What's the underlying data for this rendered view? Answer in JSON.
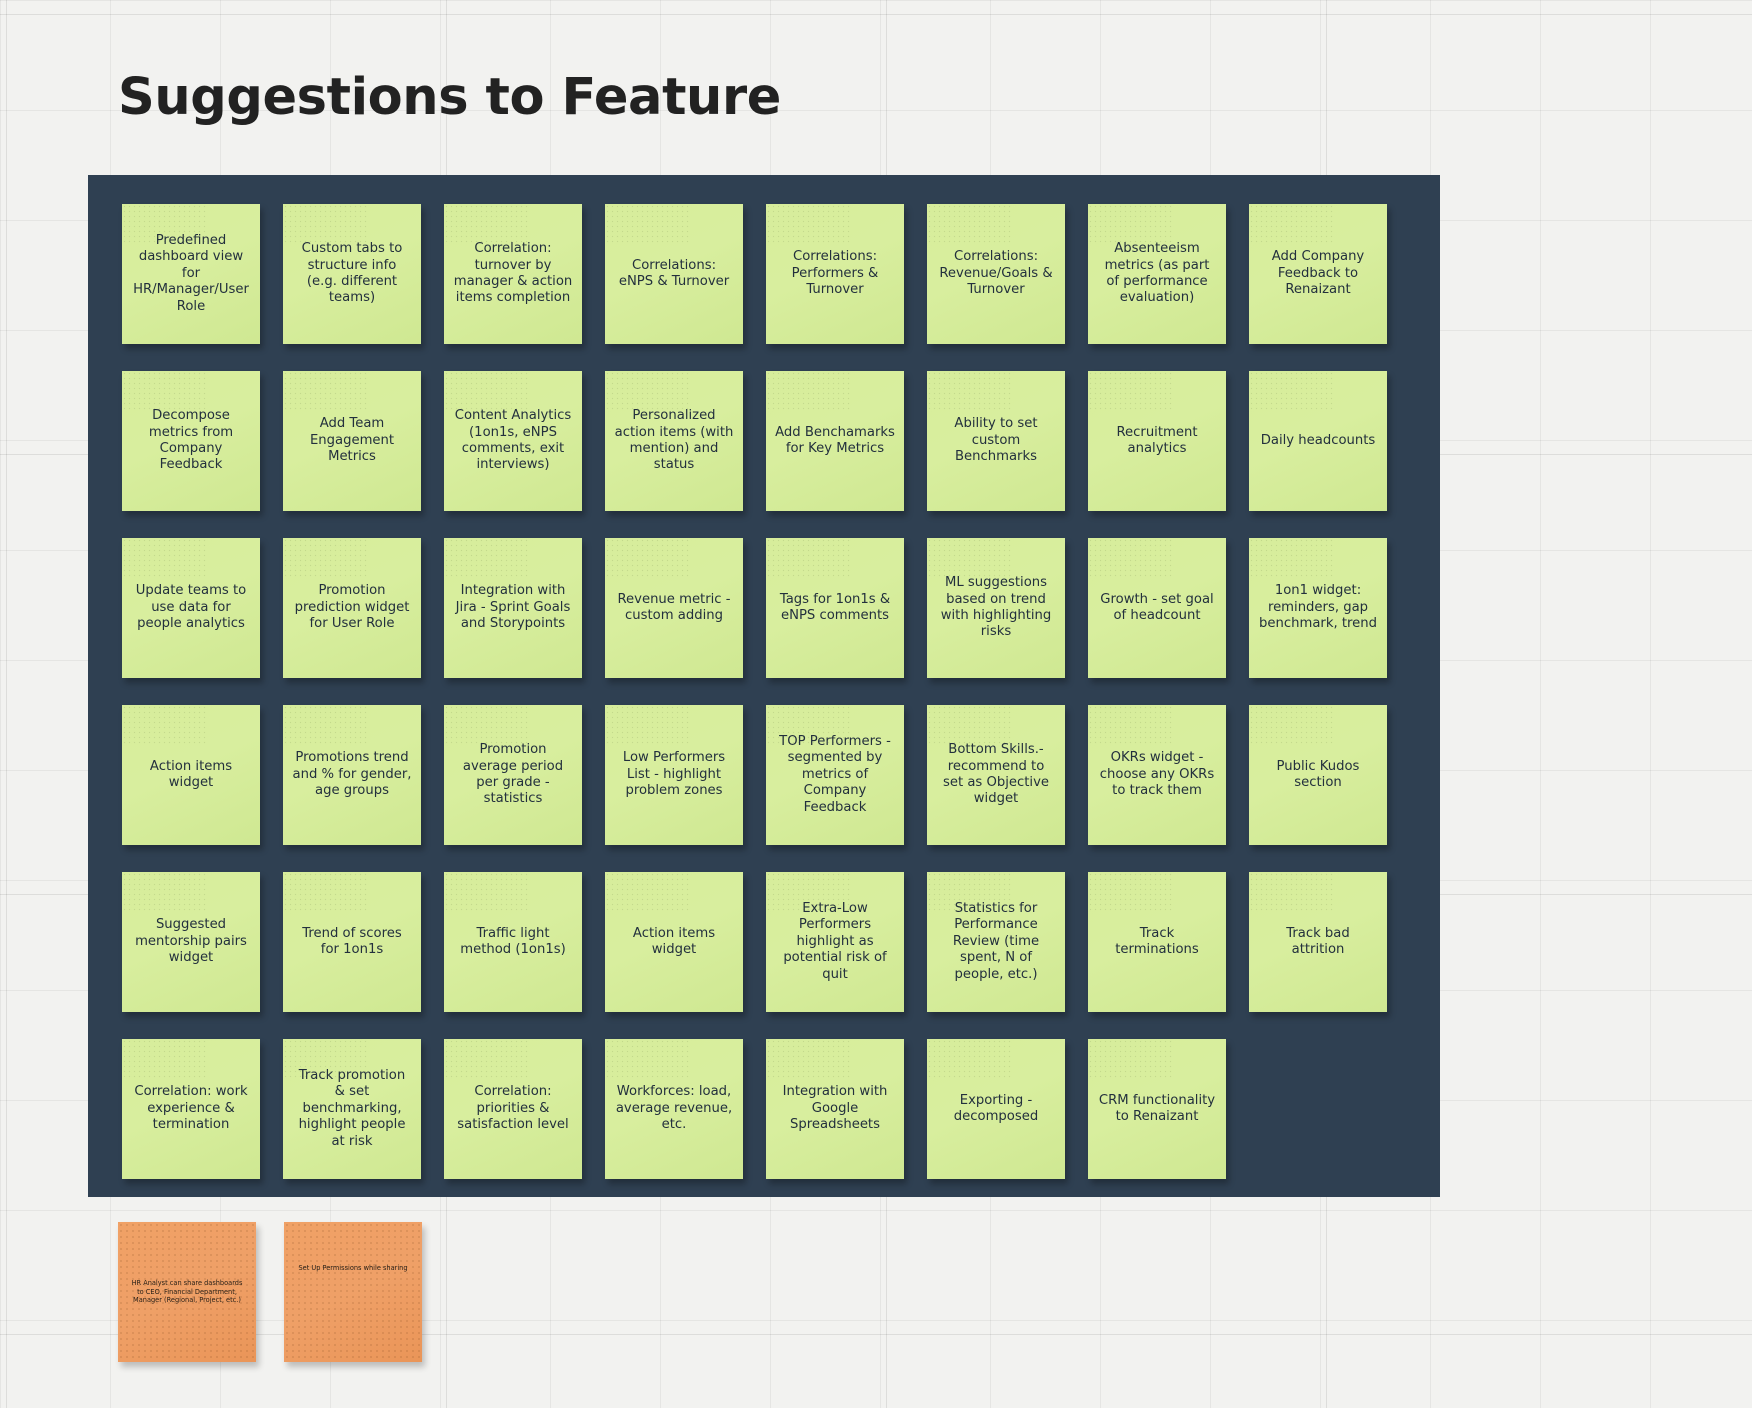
{
  "page": {
    "title": "Suggestions to Feature",
    "board_color": "#2f4052",
    "canvas_color": "#f2f2f0",
    "note_color_green": "#d7ed9b",
    "note_color_orange": "#efa067",
    "note_text_color": "#23303d"
  },
  "board": {
    "notes": [
      {
        "text": "Predefined dashboard view for HR/Manager/User Role"
      },
      {
        "text": "Custom tabs to structure info (e.g. different teams)"
      },
      {
        "text": "Correlation: turnover by manager & action items completion"
      },
      {
        "text": "Correlations: eNPS & Turnover"
      },
      {
        "text": "Correlations: Performers & Turnover"
      },
      {
        "text": "Correlations: Revenue/Goals & Turnover"
      },
      {
        "text": "Absenteeism metrics (as part of performance evaluation)"
      },
      {
        "text": "Add Company Feedback to Renaizant"
      },
      {
        "text": "Decompose metrics from Company Feedback"
      },
      {
        "text": "Add Team Engagement Metrics"
      },
      {
        "text": "Content Analytics (1on1s, eNPS comments, exit interviews)"
      },
      {
        "text": "Personalized action items (with mention) and status"
      },
      {
        "text": "Add Benchamarks for Key Metrics"
      },
      {
        "text": "Ability to set custom Benchmarks"
      },
      {
        "text": "Recruitment analytics"
      },
      {
        "text": "Daily headcounts"
      },
      {
        "text": "Update teams to use data for people analytics"
      },
      {
        "text": "Promotion prediction widget for User Role"
      },
      {
        "text": "Integration with Jira - Sprint Goals and Storypoints"
      },
      {
        "text": "Revenue metric - custom adding"
      },
      {
        "text": "Tags for 1on1s & eNPS comments"
      },
      {
        "text": "ML suggestions based on trend with highlighting risks"
      },
      {
        "text": "Growth - set goal of headcount"
      },
      {
        "text": "1on1 widget: reminders, gap benchmark, trend"
      },
      {
        "text": "Action items widget"
      },
      {
        "text": "Promotions trend and % for gender, age groups"
      },
      {
        "text": "Promotion average period per grade - statistics"
      },
      {
        "text": "Low Performers List - highlight problem zones"
      },
      {
        "text": "TOP Performers - segmented by metrics of Company Feedback"
      },
      {
        "text": "Bottom Skills.- recommend to set as Objective widget"
      },
      {
        "text": "OKRs widget - choose any OKRs to track them"
      },
      {
        "text": "Public Kudos section"
      },
      {
        "text": "Suggested mentorship pairs widget"
      },
      {
        "text": "Trend of scores for 1on1s"
      },
      {
        "text": "Traffic light method (1on1s)"
      },
      {
        "text": "Action items widget"
      },
      {
        "text": "Extra-Low Performers highlight as potential risk of quit"
      },
      {
        "text": "Statistics for Performance Review (time spent, N of people, etc.)"
      },
      {
        "text": "Track terminations"
      },
      {
        "text": "Track bad attrition"
      },
      {
        "text": "Correlation: work experience & termination"
      },
      {
        "text": "Track promotion & set benchmarking, highlight people at risk"
      },
      {
        "text": "Correlation: priorities & satisfaction level"
      },
      {
        "text": "Workforces: load, average revenue, etc."
      },
      {
        "text": "Integration with Google Spreadsheets"
      },
      {
        "text": "Exporting - decomposed"
      },
      {
        "text": "CRM functionality to Renaizant"
      }
    ]
  },
  "orange_notes": [
    {
      "text": "HR Analyst can share dashboards to CEO, Financial Department, Manager (Regional, Project, etc.)"
    },
    {
      "text": "Set Up Permissions while sharing"
    }
  ]
}
